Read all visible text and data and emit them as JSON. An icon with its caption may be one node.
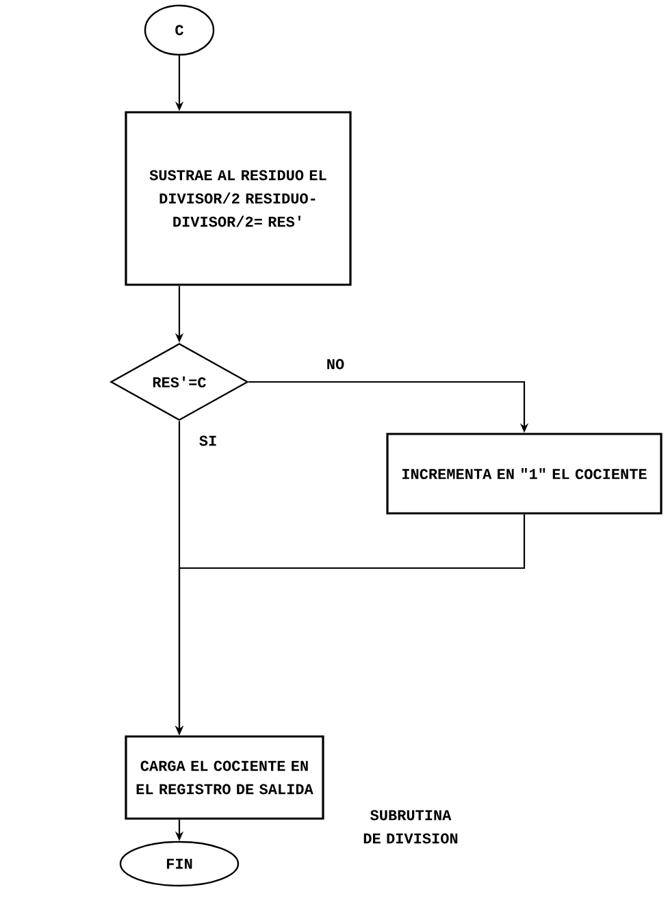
{
  "diagram": {
    "caption": "SUBRUTINA DE DIVISION",
    "nodes": [
      {
        "text": [
          "C"
        ]
      },
      {
        "text": [
          "SUSTRAE AL RESIDUO EL DIVISOR/2 RESIDUO-DIVISOR/2= RES'"
        ]
      },
      {
        "text": [
          "RES'=C"
        ]
      },
      {
        "text": [
          "INCREMENTA EN \"1\" EL COCIENTE"
        ]
      },
      {
        "text": [
          "CARGA EL COCIENTE EN EL REGISTRO DE SALIDA"
        ]
      },
      {
        "text": [
          "FIN"
        ]
      }
    ],
    "edges": [
      {
        "from": 0,
        "to": 1,
        "arrow": "to"
      },
      {
        "from": 1,
        "to": 2,
        "arrow": "to"
      },
      {
        "from": 2,
        "to": 3,
        "arrow": "to",
        "label": "NO"
      },
      {
        "from": 2,
        "to": 4,
        "arrow": "to",
        "label": "SI"
      },
      {
        "from": 3,
        "to": 4,
        "arrow": "to"
      },
      {
        "from": 4,
        "to": 5,
        "arrow": "to"
      }
    ]
  }
}
